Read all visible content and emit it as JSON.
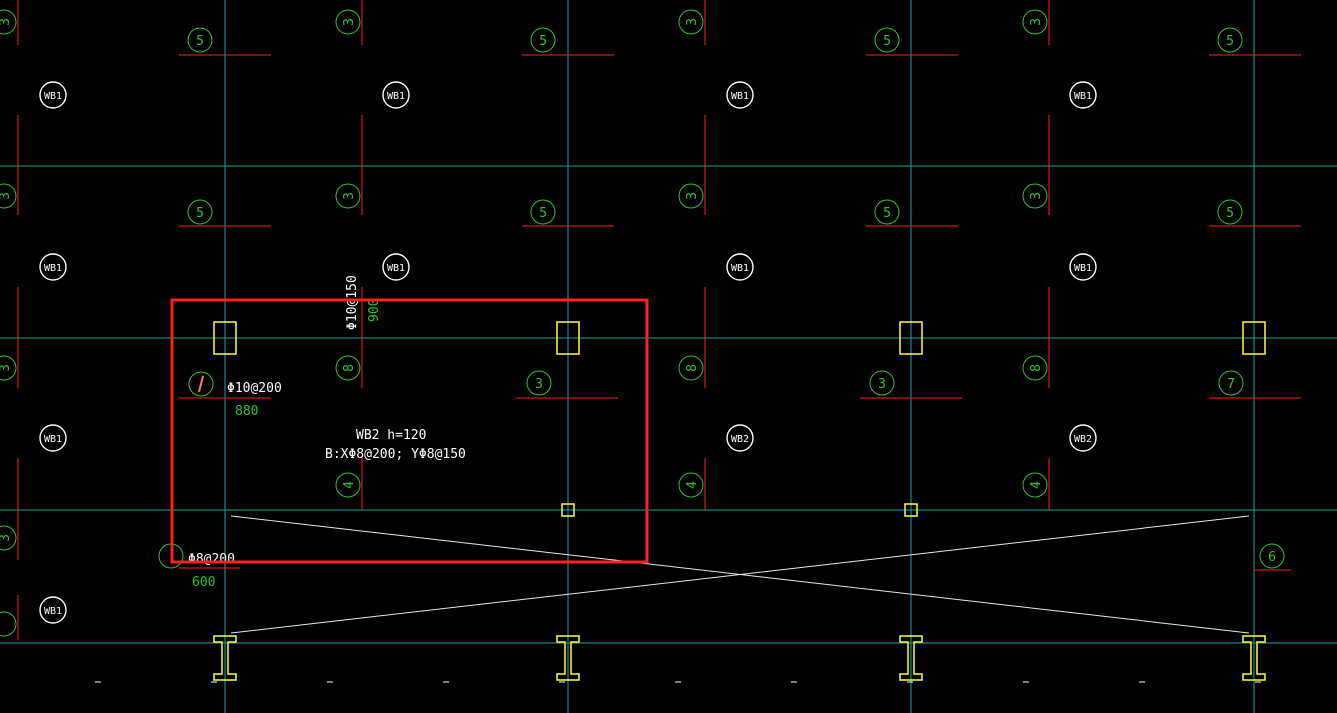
{
  "colors": {
    "background": "#000000",
    "grid": "#1f9f9f",
    "rebar": "#ff2020",
    "label_green": "#2fc32f",
    "text_white": "#ffffff",
    "column_yellow": "#ffff33",
    "selection": "#ff2020"
  },
  "slab_tag_wb1": "WB1",
  "slab_tag_wb2": "WB2",
  "rebar_marks": {
    "m5": "5",
    "m3": "3",
    "m8": "8",
    "m4": "4",
    "m7": "7",
    "m6": "6"
  },
  "annotations": {
    "top_rebar_spec": "Φ10@150",
    "top_rebar_len": "900",
    "left_rebar_spec": "Φ10@200",
    "left_rebar_len": "880",
    "slab_title": "WB2  h=120",
    "slab_bars": "B:XΦ8@200; YΦ8@150",
    "bottom_rebar_spec": "Φ8@200",
    "bottom_rebar_len": "600"
  }
}
